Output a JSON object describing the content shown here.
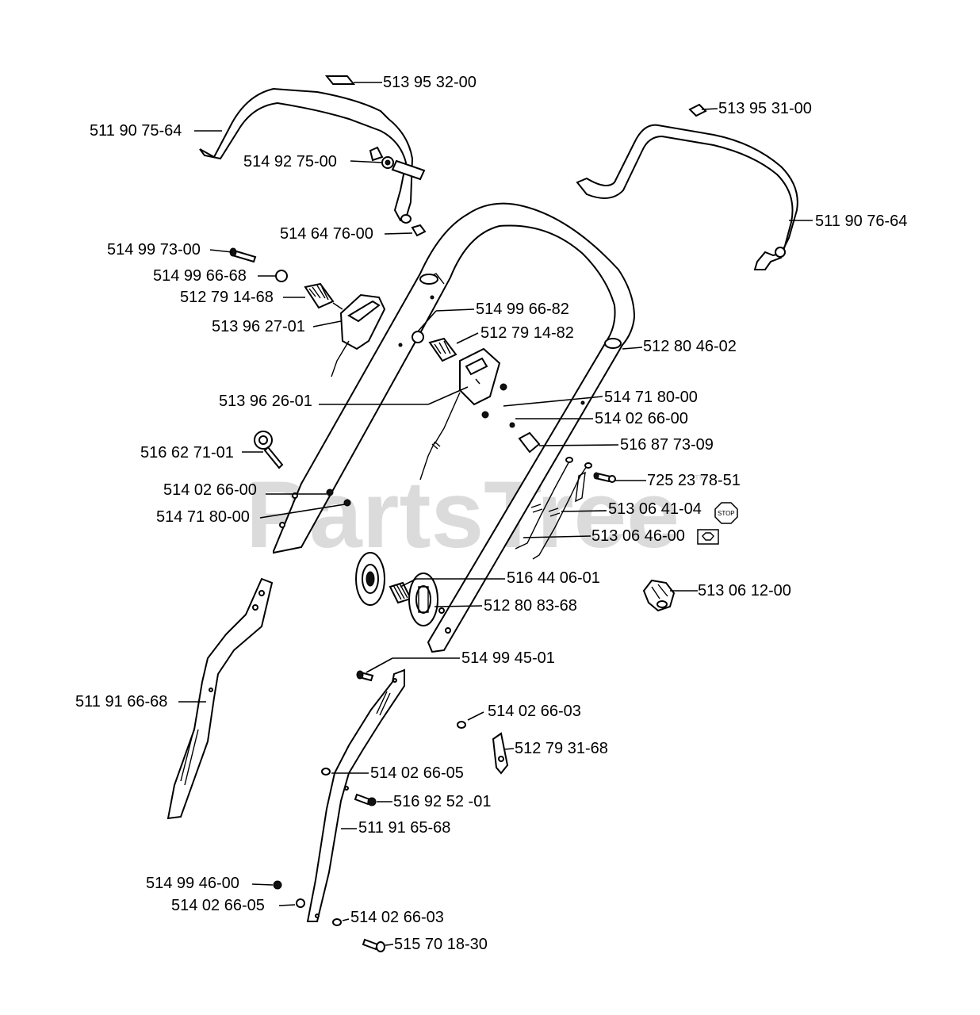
{
  "watermark": {
    "text": "PartsTree",
    "trademark": "™"
  },
  "stop_label": "STOP",
  "labels": [
    "513 95 32-00",
    "511 90 75-64",
    "514 92 75-00",
    "514 64 76-00",
    "513 95 31-00",
    "511 90 76-64",
    "514 99 73-00",
    "514 99 66-68",
    "512 79 14-68",
    "513 96 27-01",
    "514 99 66-82",
    "512 79 14-82",
    "512 80 46-02",
    "513 96 26-01",
    "514 71 80-00",
    "514 02 66-00",
    "516 87 73-09",
    "516 62 71-01",
    "725 23 78-51",
    "514 02 66-00",
    "513 06 41-04",
    "514 71 80-00",
    "513 06 46-00",
    "516 44 06-01",
    "513 06 12-00",
    "512 80 83-68",
    "514 99 45-01",
    "511 91 66-68",
    "514 02 66-03",
    "512 79 31-68",
    "514 02 66-05",
    "516 92 52 -01",
    "511 91 65-68",
    "514 99 46-00",
    "514 02 66-05",
    "514 02 66-03",
    "515 70 18-30"
  ]
}
